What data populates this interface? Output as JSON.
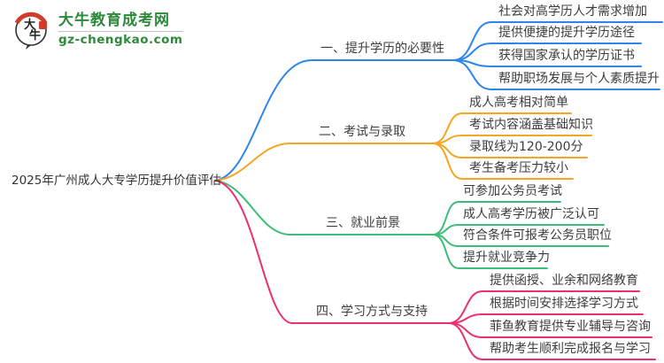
{
  "logo": {
    "title": "大牛教育成考网",
    "domain": "gz-chengkao.com",
    "icon_text": "大牛",
    "brand_color": "#2d8a3a",
    "seal_color": "#d23c2a"
  },
  "root": {
    "label": "2025年广州成人大专学历提升价值评估"
  },
  "branches": [
    {
      "label": "一、提升学历的必要性",
      "color": "#2e87e8",
      "leaves": [
        "社会对高学历人才需求增加",
        "提供便捷的提升学历途径",
        "获得国家承认的学历证书",
        "帮助职场发展与个人素质提升"
      ]
    },
    {
      "label": "二、考试与录取",
      "color": "#f5a623",
      "leaves": [
        "成人高考相对简单",
        "考试内容涵盖基础知识",
        "录取线为120-200分",
        "考生备考压力较小"
      ]
    },
    {
      "label": "三、就业前景",
      "color": "#3dbd77",
      "leaves": [
        "可参加公务员考试",
        "成人高考学历被广泛认可",
        "符合条件可报考公务员职位",
        "提升就业竞争力"
      ]
    },
    {
      "label": "四、学习方式与支持",
      "color": "#ee2e74",
      "leaves": [
        "提供函授、业余和网络教育",
        "根据时间安排选择学习方式",
        "菲鱼教育提供专业辅导与咨询",
        "帮助考生顺利完成报名与学习"
      ]
    }
  ]
}
